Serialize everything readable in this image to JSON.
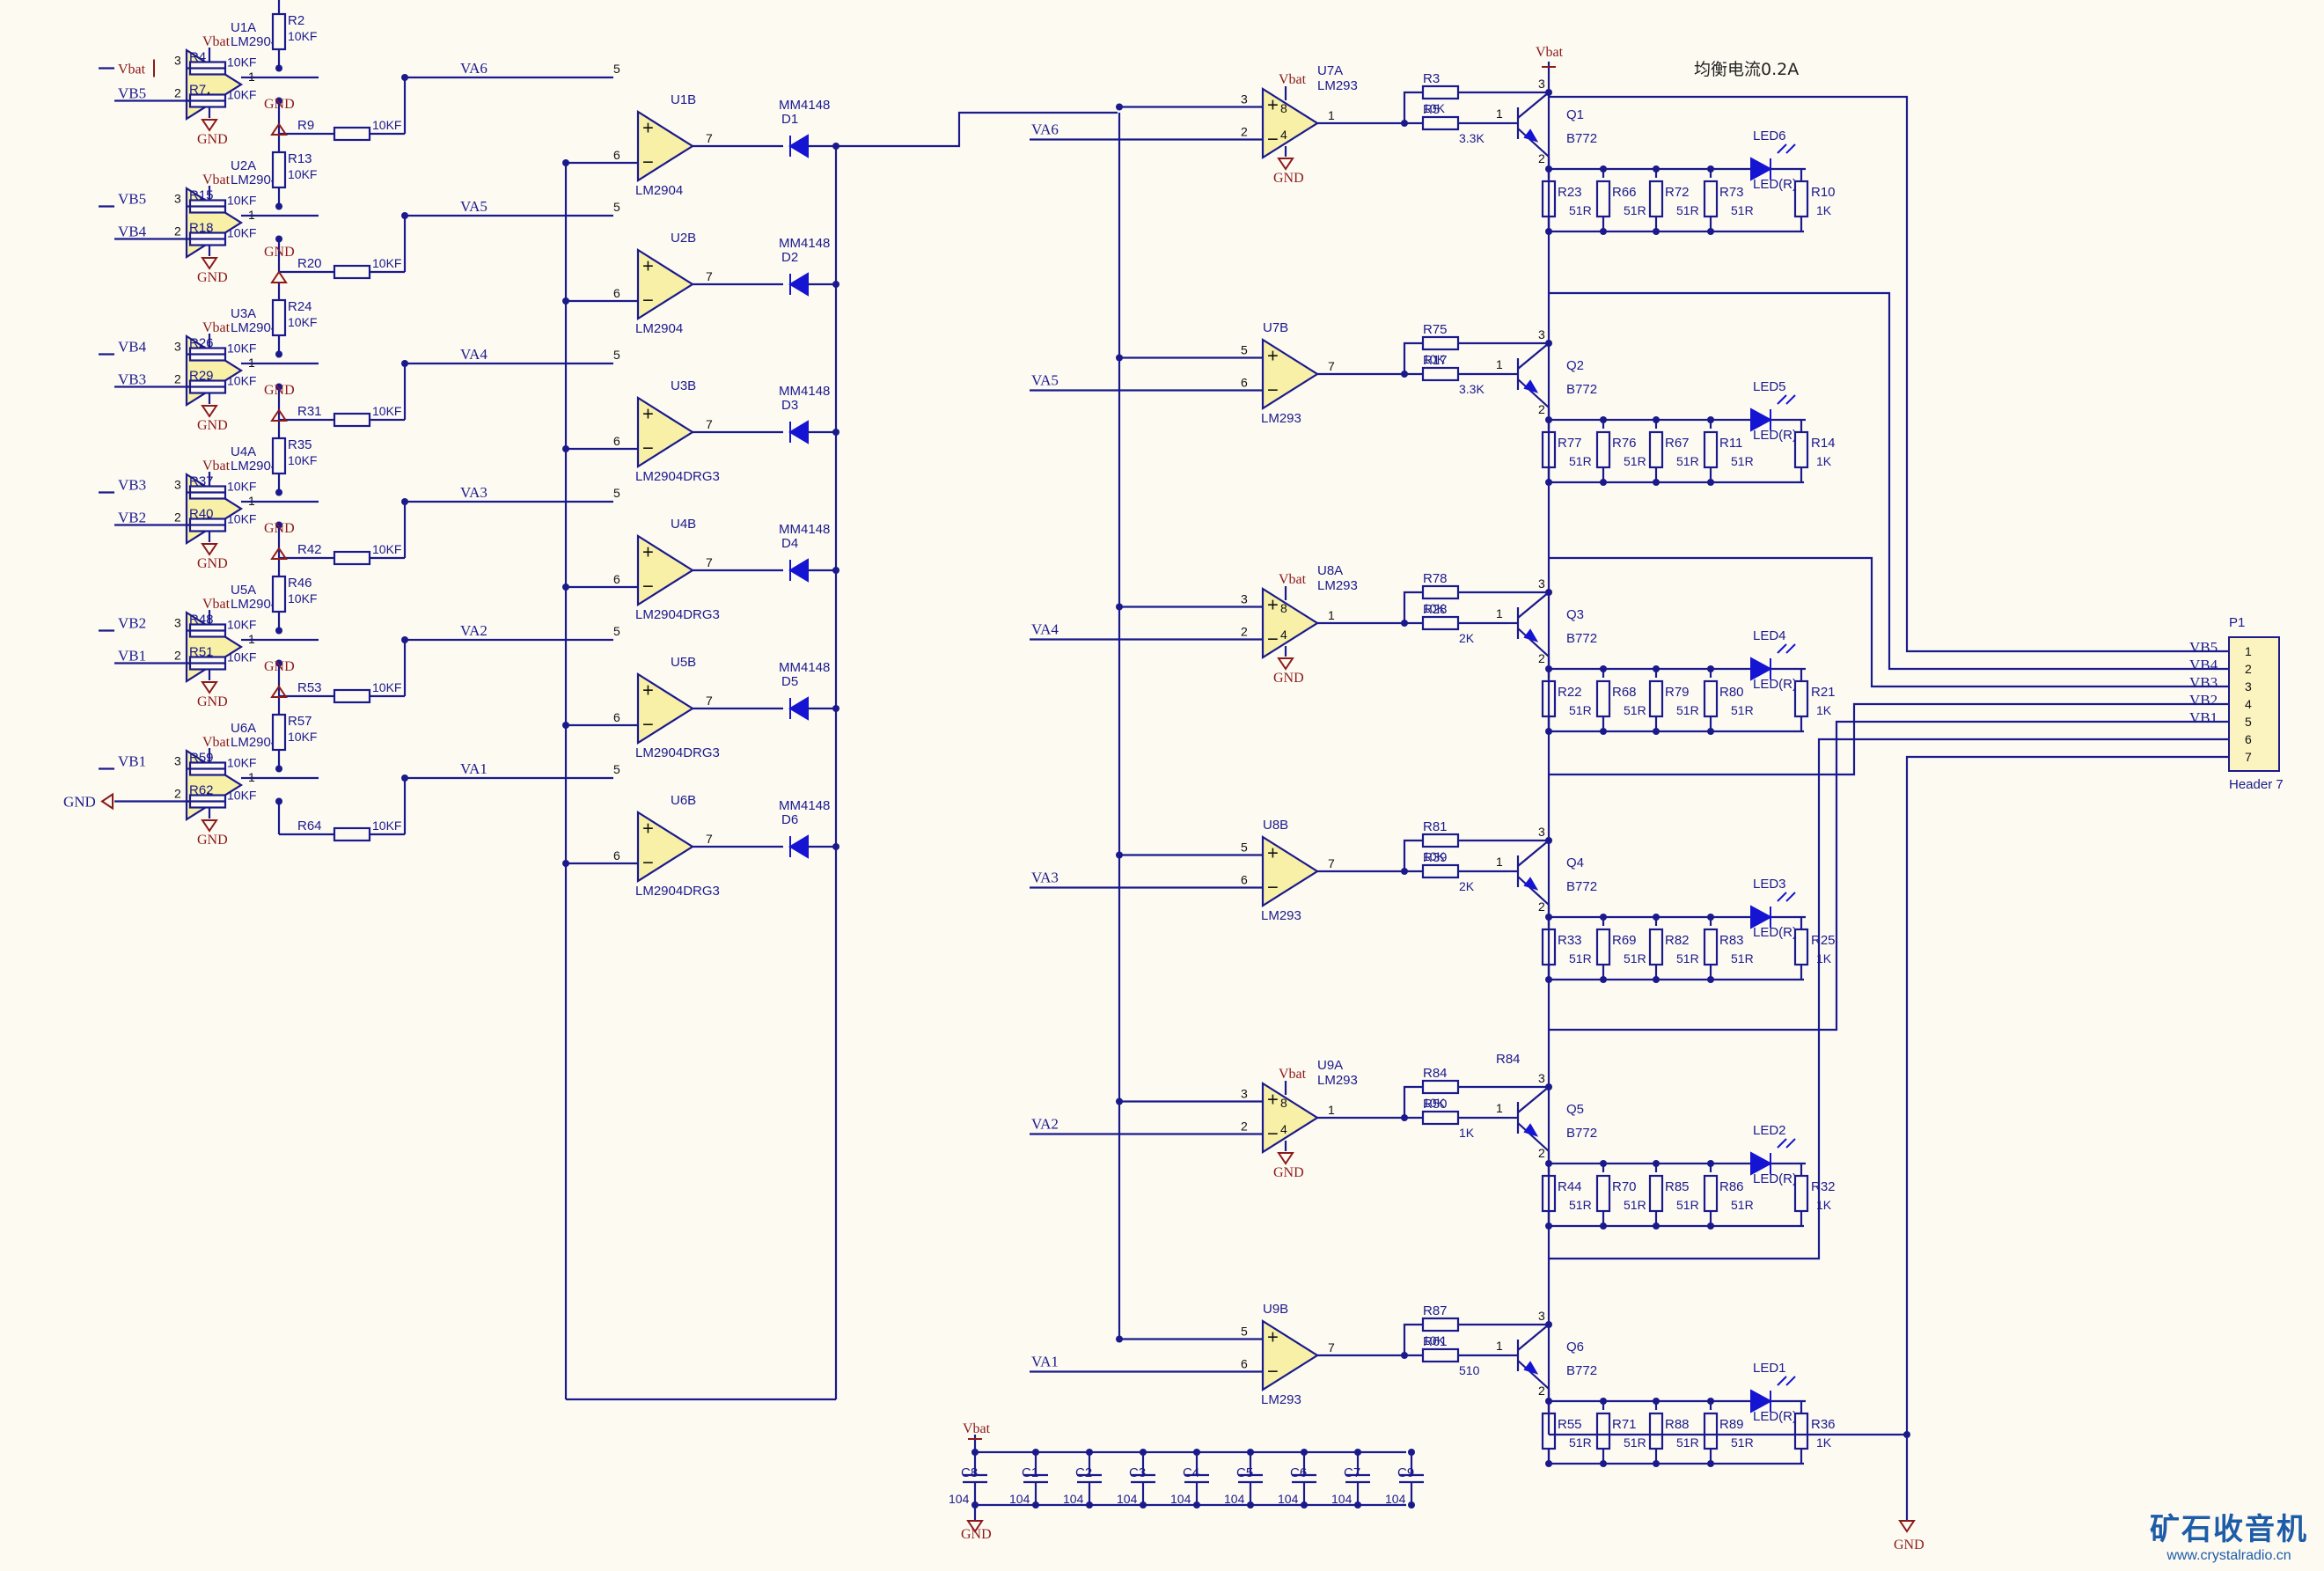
{
  "title": "均衡电流0.2A",
  "watermark": {
    "text": "矿石收音机",
    "url": "www.crystalradio.cn"
  },
  "power": {
    "vbat": "Vbat",
    "gnd": "GND"
  },
  "diff_stages": [
    {
      "r_top": "R2",
      "r_top_val": "10KF",
      "unit": "U1A",
      "part": "LM2904",
      "in_p_label": "Vbat",
      "in_p_res": "R4",
      "in_n_label": "VB5",
      "in_n_res": "R7",
      "fb_res": "R9",
      "out_net": "VA6"
    },
    {
      "r_top": "R13",
      "r_top_val": "10KF",
      "unit": "U2A",
      "part": "LM2904",
      "in_p_label": "VB5",
      "in_p_res": "R15",
      "in_n_label": "VB4",
      "in_n_res": "R18",
      "fb_res": "R20",
      "out_net": "VA5"
    },
    {
      "r_top": "R24",
      "r_top_val": "10KF",
      "unit": "U3A",
      "part": "LM2904",
      "in_p_label": "VB4",
      "in_p_res": "R26",
      "in_n_label": "VB3",
      "in_n_res": "R29",
      "fb_res": "R31",
      "out_net": "VA4"
    },
    {
      "r_top": "R35",
      "r_top_val": "10KF",
      "unit": "U4A",
      "part": "LM2904",
      "in_p_label": "VB3",
      "in_p_res": "R37",
      "in_n_label": "VB2",
      "in_n_res": "R40",
      "fb_res": "R42",
      "out_net": "VA3"
    },
    {
      "r_top": "R46",
      "r_top_val": "10KF",
      "unit": "U5A",
      "part": "LM2904",
      "in_p_label": "VB2",
      "in_p_res": "R48",
      "in_n_label": "VB1",
      "in_n_res": "R51",
      "fb_res": "R53",
      "out_net": "VA2"
    },
    {
      "r_top": "R57",
      "r_top_val": "10KF",
      "unit": "U6A",
      "part": "LM2904",
      "in_p_label": "VB1",
      "in_p_res": "R59",
      "in_n_label": "GND",
      "in_n_res": "R62",
      "fb_res": "R64",
      "out_net": "VA1"
    }
  ],
  "res_value": "10KF",
  "min_stages": [
    {
      "unit": "U1B",
      "part": "LM2904",
      "diode": "D1",
      "diode_part": "MM4148"
    },
    {
      "unit": "U2B",
      "part": "LM2904",
      "diode": "D2",
      "diode_part": "MM4148"
    },
    {
      "unit": "U3B",
      "part": "LM2904DRG3",
      "diode": "D3",
      "diode_part": "MM4148"
    },
    {
      "unit": "U4B",
      "part": "LM2904DRG3",
      "diode": "D4",
      "diode_part": "MM4148"
    },
    {
      "unit": "U5B",
      "part": "LM2904DRG3",
      "diode": "D5",
      "diode_part": "MM4148"
    },
    {
      "unit": "U6B",
      "part": "LM2904DRG3",
      "diode": "D6",
      "diode_part": "MM4148"
    }
  ],
  "cmp_stages": [
    {
      "unit": "U7A",
      "part": "LM293",
      "in_net": "VA6",
      "r_top": "R3",
      "r_top_val": "10K",
      "r_base": "R5",
      "r_base_val": "3.3K",
      "q": "Q1",
      "q_part": "B772",
      "loads": [
        [
          "R23",
          "51R"
        ],
        [
          "R66",
          "51R"
        ],
        [
          "R72",
          "51R"
        ],
        [
          "R73",
          "51R"
        ]
      ],
      "led": "LED6",
      "led_part": "LED(R)",
      "r_led": "R10",
      "r_led_val": "1K"
    },
    {
      "unit": "U7B",
      "part": "LM293",
      "in_net": "VA5",
      "r_top": "R75",
      "r_top_val": "10K",
      "r_base": "R17",
      "r_base_val": "3.3K",
      "q": "Q2",
      "q_part": "B772",
      "loads": [
        [
          "R77",
          "51R"
        ],
        [
          "R76",
          "51R"
        ],
        [
          "R67",
          "51R"
        ],
        [
          "R11",
          "51R"
        ]
      ],
      "led": "LED5",
      "led_part": "LED(R)",
      "r_led": "R14",
      "r_led_val": "1K"
    },
    {
      "unit": "U8A",
      "part": "LM293",
      "in_net": "VA4",
      "r_top": "R78",
      "r_top_val": "10K",
      "r_base": "R28",
      "r_base_val": "2K",
      "q": "Q3",
      "q_part": "B772",
      "loads": [
        [
          "R22",
          "51R"
        ],
        [
          "R68",
          "51R"
        ],
        [
          "R79",
          "51R"
        ],
        [
          "R80",
          "51R"
        ]
      ],
      "led": "LED4",
      "led_part": "LED(R)",
      "r_led": "R21",
      "r_led_val": "1K"
    },
    {
      "unit": "U8B",
      "part": "LM293",
      "in_net": "VA3",
      "r_top": "R81",
      "r_top_val": "10K",
      "r_base": "R39",
      "r_base_val": "2K",
      "q": "Q4",
      "q_part": "B772",
      "loads": [
        [
          "R33",
          "51R"
        ],
        [
          "R69",
          "51R"
        ],
        [
          "R82",
          "51R"
        ],
        [
          "R83",
          "51R"
        ]
      ],
      "led": "LED3",
      "led_part": "LED(R)",
      "r_led": "R25",
      "r_led_val": "1K"
    },
    {
      "unit": "U9A",
      "part": "LM293",
      "in_net": "VA2",
      "r_top": "R84",
      "r_top_val": "10K",
      "r_base": "R50",
      "r_base_val": "1K",
      "q": "Q5",
      "q_part": "B772",
      "loads": [
        [
          "R44",
          "51R"
        ],
        [
          "R70",
          "51R"
        ],
        [
          "R85",
          "51R"
        ],
        [
          "R86",
          "51R"
        ]
      ],
      "led": "LED2",
      "led_part": "LED(R)",
      "r_led": "R32",
      "r_led_val": "1K"
    },
    {
      "unit": "U9B",
      "part": "LM293",
      "in_net": "VA1",
      "r_top": "R87",
      "r_top_val": "10K",
      "r_base": "R61",
      "r_base_val": "510",
      "q": "Q6",
      "q_part": "B772",
      "loads": [
        [
          "R55",
          "51R"
        ],
        [
          "R71",
          "51R"
        ],
        [
          "R88",
          "51R"
        ],
        [
          "R89",
          "51R"
        ]
      ],
      "led": "LED1",
      "led_part": "LED(R)",
      "r_led": "R36",
      "r_led_val": "1K"
    }
  ],
  "header": {
    "ref": "P1",
    "name": "Header 7",
    "pins": [
      "1",
      "2",
      "3",
      "4",
      "5",
      "6",
      "7"
    ],
    "nets": [
      "VB5",
      "VB4",
      "VB3",
      "VB2",
      "VB1"
    ]
  },
  "caps": {
    "refs": [
      "C8",
      "C1",
      "C2",
      "C3",
      "C4",
      "C5",
      "C6",
      "C7",
      "C9"
    ],
    "value": "104"
  }
}
